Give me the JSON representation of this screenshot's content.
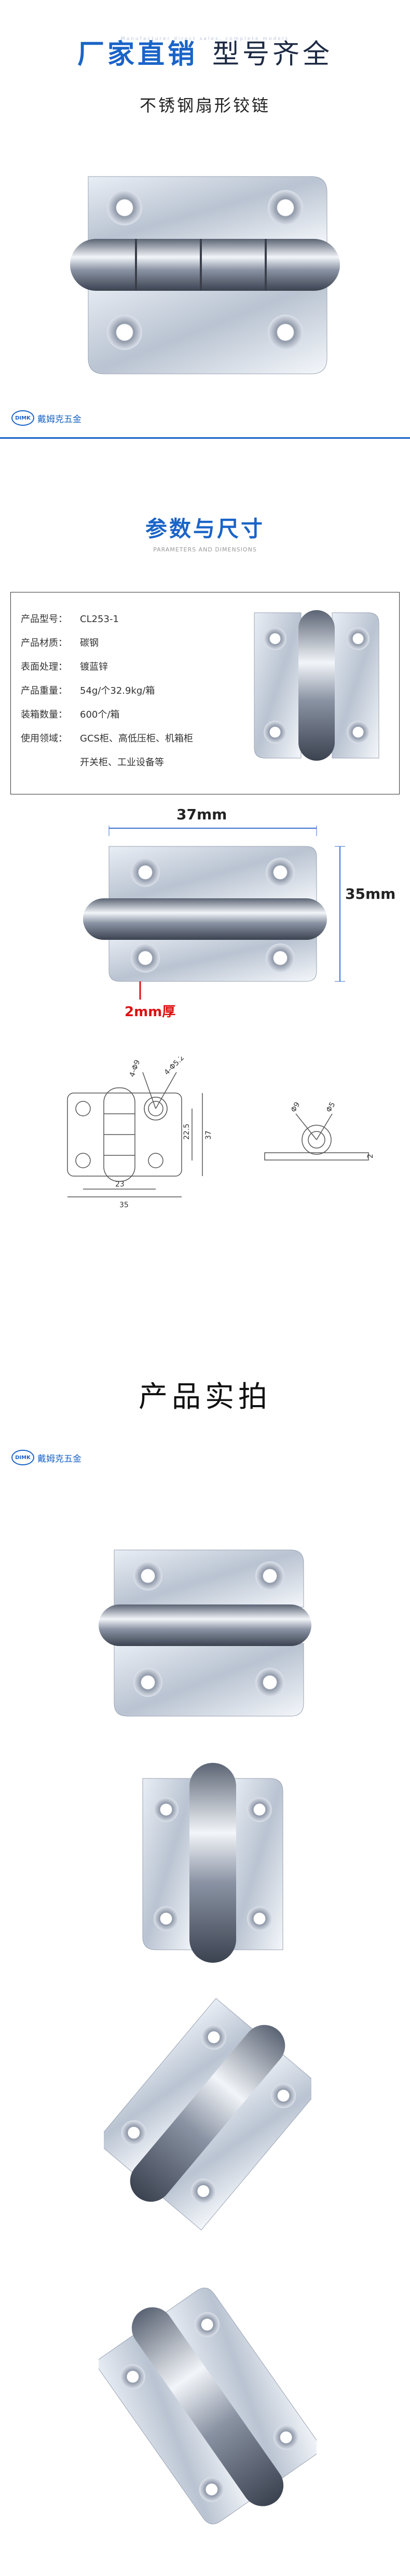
{
  "hero": {
    "title_blue": "厂家直销",
    "title_dark": "型号齐全",
    "title_en": "Manufacturer direct sales, complete models",
    "subtitle": "不锈钢扇形铰链"
  },
  "brand": {
    "logo": "DIMK",
    "name": "戴姆克五金"
  },
  "params": {
    "title": "参数与尺寸",
    "title_en": "PARAMETERS AND DIMENSIONS",
    "rows": [
      {
        "label": "产品型号：",
        "value": "CL253-1"
      },
      {
        "label": "产品材质：",
        "value": "碳钢"
      },
      {
        "label": "表面处理：",
        "value": "镀蓝锌"
      },
      {
        "label": "产品重量：",
        "value": "54g/个32.9kg/箱"
      },
      {
        "label": "装箱数量：",
        "value": "600个/箱"
      },
      {
        "label": "使用领域：",
        "value": "GCS柜、高低压柜、机箱柜"
      },
      {
        "label": "",
        "value": "开关柜、工业设备等"
      }
    ]
  },
  "dimensions": {
    "width": "37mm",
    "height": "35mm",
    "thickness": "2mm厚"
  },
  "drawing": {
    "labels": [
      "4-Φ9",
      "4-Φ5.2",
      "22.5",
      "37",
      "23",
      "35",
      "Φ9",
      "Φ5",
      "2"
    ]
  },
  "real": {
    "title": "产品实拍"
  }
}
